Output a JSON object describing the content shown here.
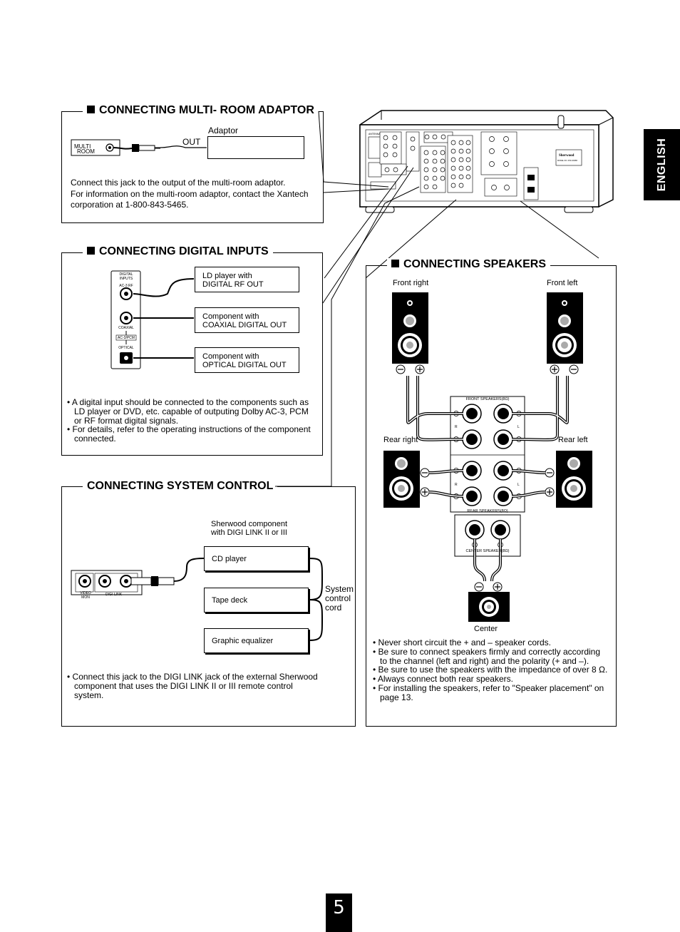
{
  "language_tab": "ENGLISH",
  "page_number": "5",
  "multi_room": {
    "title": "CONNECTING MULTI- ROOM ADAPTOR",
    "adaptor_label": "Adaptor",
    "out_label": "OUT",
    "jack_label_line1": "MULTI",
    "jack_label_line2": "ROOM",
    "description_line1": "Connect this jack to the output of the multi-room adaptor.",
    "description_line2": "For information on the multi-room adaptor, contact the Xantech",
    "description_line3": "corporation at 1-800-843-5465."
  },
  "digital_inputs": {
    "title": "CONNECTING DIGITAL INPUTS",
    "panel_label_line1": "DIGITAL",
    "panel_label_line2": "INPUTS",
    "rf_label": "AC-3 RF",
    "coaxial_label": "COAXIAL",
    "pcm_label": "AC-3/PCM",
    "optical_label": "OPTICAL",
    "box1_line1": "LD player with",
    "box1_line2": "DIGITAL RF OUT",
    "box2_line1": "Component with",
    "box2_line2": "COAXIAL DIGITAL OUT",
    "box3_line1": "Component with",
    "box3_line2": "OPTICAL DIGITAL OUT",
    "bullets": [
      "A digital input should be connected to the components such as LD player or DVD, etc. capable of outputing Dolby AC-3, PCM or RF format digital signals.",
      "For details, refer to the operating instructions of the component connected."
    ]
  },
  "system_control": {
    "title": "CONNECTING SYSTEM CONTROL",
    "header_line1": "Sherwood component",
    "header_line2": "with DIGI LINK II or III",
    "components": [
      "CD player",
      "Tape deck",
      "Graphic equalizer"
    ],
    "cord_label_line1": "System",
    "cord_label_line2": "control",
    "cord_label_line3": "cord",
    "video_mon_line1": "VIDEO",
    "video_mon_line2": "MON",
    "digi_link_label": "DIGI-LINK",
    "bullets": [
      "Connect this jack to the DIGI LINK jack of the external Sherwood component that uses the DIGI LINK II or III remote control system."
    ]
  },
  "speakers": {
    "title": "CONNECTING SPEAKERS",
    "front_right": "Front right",
    "front_left": "Front left",
    "rear_right": "Rear right",
    "rear_left": "Rear left",
    "center": "Center",
    "front_terminal_label": "FRONT  SPEAKERS(8Ω)",
    "rear_terminal_label": "REAR  SPEAKERS(8Ω)",
    "center_terminal_label": "CENTER  SPEAKER(8Ω)",
    "r_label": "R",
    "l_label": "L",
    "bullets": [
      "Never short circuit the + and – speaker cords.",
      "Be sure to connect speakers firmly and correctly according to the channel (left and right) and the polarity (+ and –).",
      "Be sure to use the speakers with the impedance of over 8 Ω.",
      "Always connect both rear speakers.",
      "For installing the speakers, refer to \"Speaker placement\" on page 13."
    ]
  },
  "rear_panel": {
    "antenna_label": "ANTENNA",
    "brand": "Sherwood",
    "model_label": "MODEL NO. RVD-6095R"
  }
}
